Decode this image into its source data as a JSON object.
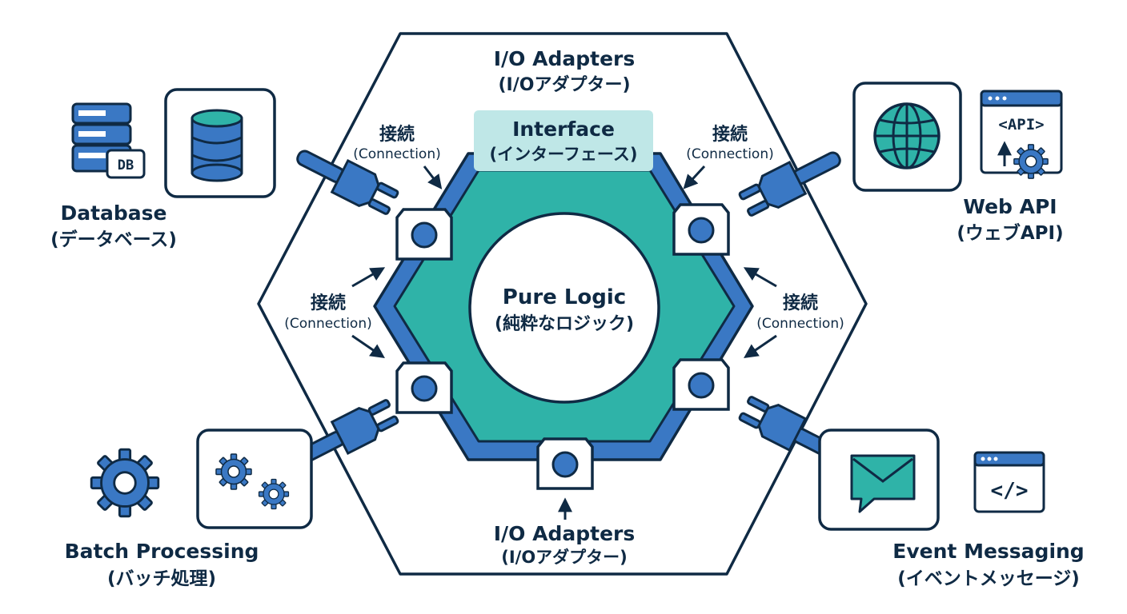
{
  "outer_layer": {
    "top_title": "I/O Adapters",
    "top_title_ja": "(I/Oアダプター)",
    "bottom_title": "I/O Adapters",
    "bottom_title_ja": "(I/Oアダプター)"
  },
  "interface": {
    "title": "Interface",
    "title_ja": "(インターフェース)"
  },
  "core": {
    "title": "Pure Logic",
    "title_ja": "(純粋なロジック)"
  },
  "connection_label": {
    "ja": "接続",
    "en": "(Connection)"
  },
  "adapters": {
    "database": {
      "title": "Database",
      "title_ja": "(データベース)",
      "icon_text": "DB"
    },
    "web_api": {
      "title": "Web API",
      "title_ja": "(ウェブAPI)",
      "icon_text": "<API>"
    },
    "batch": {
      "title": "Batch Processing",
      "title_ja": "(バッチ処理)"
    },
    "event": {
      "title": "Event Messaging",
      "title_ja": "(イベントメッセージ)",
      "icon_text": "</>"
    }
  },
  "colors": {
    "outline": "#0f2a44",
    "blue": "#3a78c4",
    "teal": "#2fb3a8",
    "interface_bg": "#bfe7e7"
  }
}
